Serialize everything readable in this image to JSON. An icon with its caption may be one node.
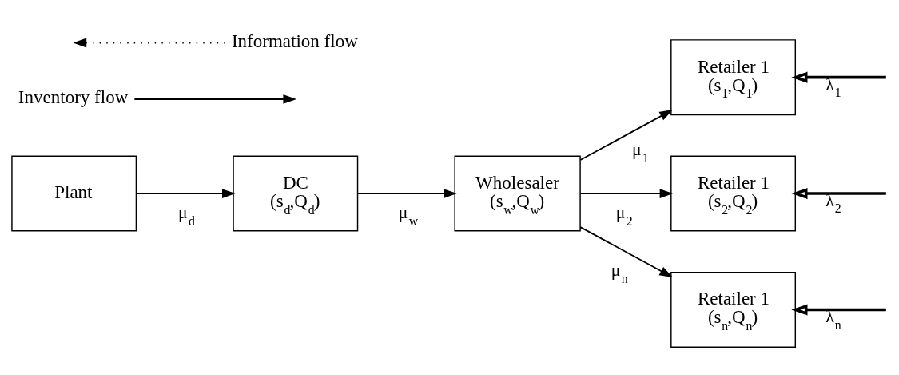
{
  "diagram": {
    "nodes": [
      {
        "text": [
          "Plant"
        ]
      },
      {
        "text": [
          "DC",
          "(s$_{d}$,Q$_{d}$)"
        ]
      },
      {
        "text": [
          "Wholesaler",
          "(s$_{w}$,Q$_{w}$)"
        ]
      },
      {
        "text": [
          "Retailer 1",
          "(s$_{1}$,Q$_{1}$)"
        ]
      },
      {
        "text": [
          "Retailer 1",
          "(s$_{2}$,Q$_{2}$)"
        ]
      },
      {
        "text": [
          "Retailer 1",
          "(s$_{n}$,Q$_{n}$)"
        ]
      }
    ],
    "edges": [
      {
        "from": 0,
        "to": 1,
        "arrow": "to",
        "label": "μ$_{d}$"
      },
      {
        "from": 1,
        "to": 2,
        "arrow": "to",
        "label": "μ$_{w}$"
      },
      {
        "from": 2,
        "to": 3,
        "arrow": "to",
        "label": "μ$_{1}$"
      },
      {
        "from": 2,
        "to": 4,
        "arrow": "to",
        "label": "μ$_{2}$"
      },
      {
        "from": 2,
        "to": 5,
        "arrow": "to",
        "label": "μ$_{n}$"
      },
      {
        "from": null,
        "to": 3,
        "arrow": "to",
        "label": "λ$_{1}$",
        "style": "thick"
      },
      {
        "from": null,
        "to": 4,
        "arrow": "to",
        "label": "λ$_{2}$",
        "style": "thick"
      },
      {
        "from": null,
        "to": 5,
        "arrow": "to",
        "label": "λ$_{n}$",
        "style": "thick"
      }
    ],
    "legend": [
      {
        "text": "Inventory flow"
      },
      {
        "text": "Information flow"
      }
    ]
  }
}
